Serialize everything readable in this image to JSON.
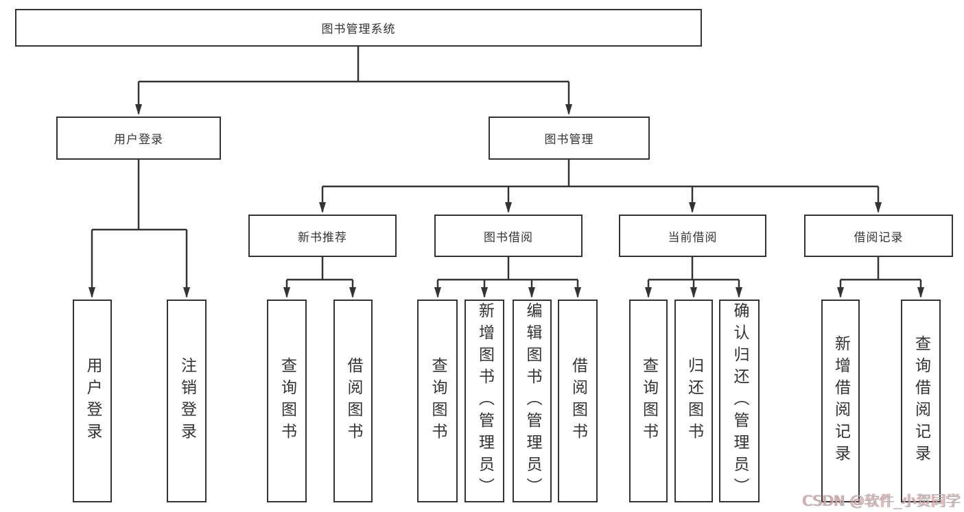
{
  "tree": {
    "root": {
      "label": "图书管理系统"
    },
    "branches": [
      {
        "label": "用户登录",
        "children": [
          {
            "label": "用户登录"
          },
          {
            "label": "注销登录"
          }
        ]
      },
      {
        "label": "图书管理",
        "children": [
          {
            "label": "新书推荐",
            "children": [
              {
                "label": "查询图书"
              },
              {
                "label": "借阅图书"
              }
            ]
          },
          {
            "label": "图书借阅",
            "children": [
              {
                "label": "查询图书"
              },
              {
                "label": "新增图书（管理员）"
              },
              {
                "label": "编辑图书（管理员）"
              },
              {
                "label": "借阅图书"
              }
            ]
          },
          {
            "label": "当前借阅",
            "children": [
              {
                "label": "查询图书"
              },
              {
                "label": "归还图书"
              },
              {
                "label": "确认归还（管理员）"
              }
            ]
          },
          {
            "label": "借阅记录",
            "children": [
              {
                "label": "新增借阅记录"
              },
              {
                "label": "查询借阅记录"
              }
            ]
          }
        ]
      }
    ]
  },
  "watermark": {
    "text": "CSDN @软件_小贺同学"
  },
  "colors": {
    "line": "#333333",
    "box_border": "#333333",
    "text": "#333333",
    "background": "#ffffff",
    "watermark_gray": "#b5b5b5",
    "watermark_red_fringe": "#e26a6a"
  }
}
